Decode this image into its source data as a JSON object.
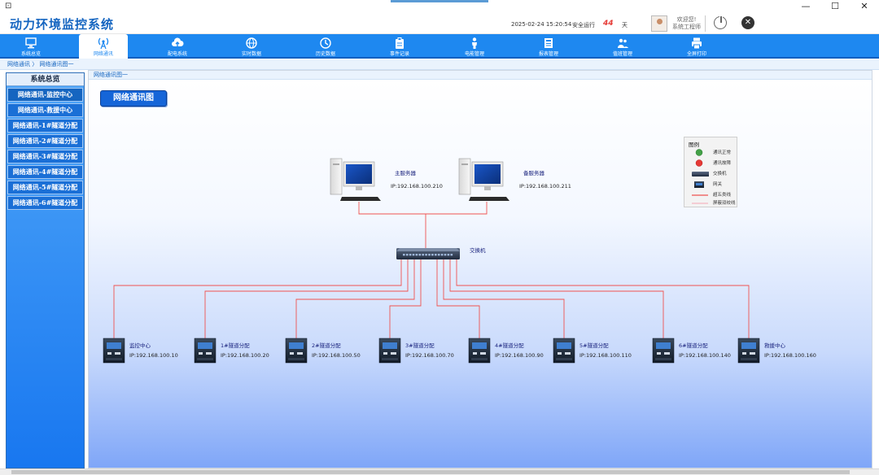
{
  "window": {
    "app_icon": "app-icon",
    "minimize": "—",
    "maximize": "☐",
    "close": "✕"
  },
  "header": {
    "title": "动力环境监控系统",
    "datetime": "2025-02-24 15:20:54",
    "status_label": "安全运行",
    "days": "44",
    "days_unit": "天",
    "user_line1": "欢迎您!",
    "user_line2": "系统工程师",
    "power_icon": "power-icon",
    "close_icon": "close-circle-icon"
  },
  "nav": [
    {
      "label": "系统总览",
      "icon": "monitor-icon",
      "active": false
    },
    {
      "label": "网络通讯",
      "icon": "antenna-icon",
      "active": true
    },
    {
      "label": "配电系统",
      "icon": "cloud-upload-icon",
      "active": false
    },
    {
      "label": "实时数据",
      "icon": "globe-icon",
      "active": false
    },
    {
      "label": "历史数据",
      "icon": "clock-icon",
      "active": false
    },
    {
      "label": "事件记录",
      "icon": "clipboard-icon",
      "active": false
    },
    {
      "label": "电能管理",
      "icon": "person-icon",
      "active": false
    },
    {
      "label": "报表管理",
      "icon": "report-icon",
      "active": false
    },
    {
      "label": "值班管理",
      "icon": "users-icon",
      "active": false
    },
    {
      "label": "全屏打印",
      "icon": "printer-icon",
      "active": false
    }
  ],
  "breadcrumb": {
    "root": "网络通讯",
    "sep": "〉",
    "current": "网络通讯图一"
  },
  "sidebar": {
    "title": "系统总览",
    "items": [
      "网络通讯-监控中心",
      "网络通讯-救援中心",
      "网络通讯-1#隧道分配",
      "网络通讯-2#隧道分配",
      "网络通讯-3#隧道分配",
      "网络通讯-4#隧道分配",
      "网络通讯-5#隧道分配",
      "网络通讯-6#隧道分配"
    ]
  },
  "content": {
    "tab_label": "网络通讯图一",
    "diagram_title": "网络通讯图"
  },
  "topology": {
    "servers": [
      {
        "name": "主服务器",
        "ip": "IP:192.168.100.210"
      },
      {
        "name": "备服务器",
        "ip": "IP:192.168.100.211"
      }
    ],
    "switch": {
      "name": "交换机"
    },
    "gateways": [
      {
        "name": "监控中心",
        "ip": "IP:192.168.100.10"
      },
      {
        "name": "1#隧道分配",
        "ip": "IP:192.168.100.20"
      },
      {
        "name": "2#隧道分配",
        "ip": "IP:192.168.100.50"
      },
      {
        "name": "3#隧道分配",
        "ip": "IP:192.168.100.70"
      },
      {
        "name": "4#隧道分配",
        "ip": "IP:192.168.100.90"
      },
      {
        "name": "5#隧道分配",
        "ip": "IP:192.168.100.110"
      },
      {
        "name": "6#隧道分配",
        "ip": "IP:192.168.100.140"
      },
      {
        "name": "救援中心",
        "ip": "IP:192.168.100.160"
      }
    ],
    "link_color": "#ef5350"
  },
  "legend": {
    "title": "图例",
    "items": [
      {
        "label": "通讯正常",
        "symbol": "green-dot"
      },
      {
        "label": "通讯故障",
        "symbol": "red-dot"
      },
      {
        "label": "交换机",
        "symbol": "switch"
      },
      {
        "label": "网关",
        "symbol": "gateway"
      },
      {
        "label": "超五类线",
        "symbol": "red-line"
      },
      {
        "label": "屏蔽双绞线",
        "symbol": "pink-line"
      }
    ]
  },
  "colors": {
    "nav_bg": "#1e88f0",
    "title_blue": "#1565c0",
    "ok_green": "#43a047",
    "fault_red": "#e53935"
  }
}
